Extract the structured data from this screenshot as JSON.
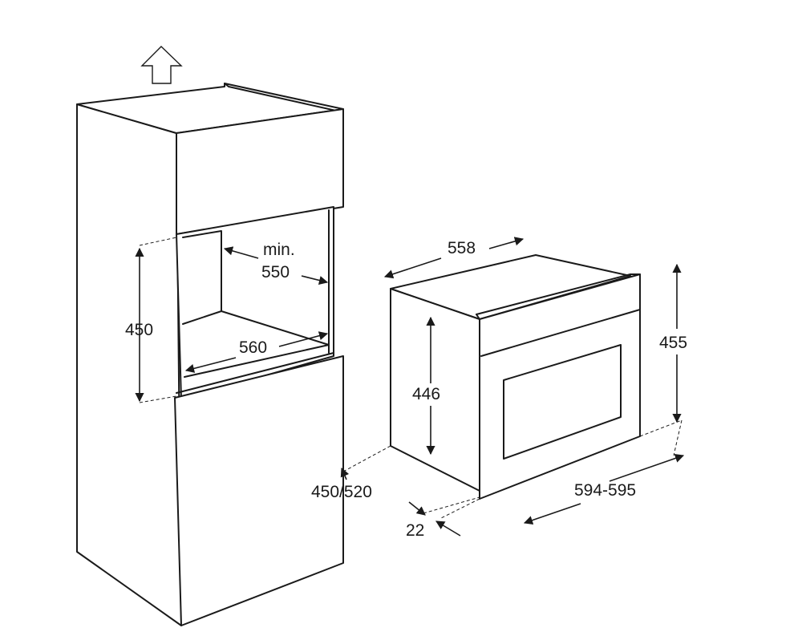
{
  "labels": {
    "cabinet_height": "450",
    "niche_depth_prefix": "min.",
    "niche_depth": "550",
    "niche_width": "560",
    "oven_depth": "558",
    "oven_body_height": "446",
    "oven_front_height": "455",
    "oven_front_width": "594-595",
    "cabinet_depth": "450/520",
    "front_offset": "22"
  },
  "colors": {
    "line": "#1a1a1a",
    "background": "#ffffff"
  },
  "icons": {
    "top": "up-arrow-icon"
  }
}
